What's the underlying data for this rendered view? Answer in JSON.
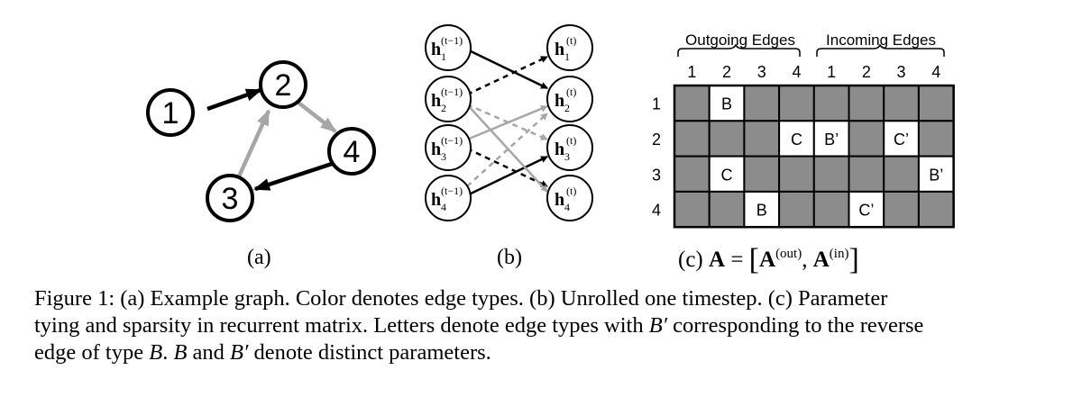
{
  "panel_a": {
    "nodes": [
      "1",
      "2",
      "3",
      "4"
    ],
    "edges": [
      {
        "from": "1",
        "to": "2",
        "color": "#000000"
      },
      {
        "from": "2",
        "to": "4",
        "color": "#a6a6a6"
      },
      {
        "from": "4",
        "to": "3",
        "color": "#000000"
      },
      {
        "from": "3",
        "to": "2",
        "color": "#a6a6a6"
      }
    ],
    "label": "(a)"
  },
  "panel_b": {
    "left_nodes": [
      {
        "base": "h",
        "sub": "1",
        "sup": "(t−1)"
      },
      {
        "base": "h",
        "sub": "2",
        "sup": "(t−1)"
      },
      {
        "base": "h",
        "sub": "3",
        "sup": "(t−1)"
      },
      {
        "base": "h",
        "sub": "4",
        "sup": "(t−1)"
      }
    ],
    "right_nodes": [
      {
        "base": "h",
        "sub": "1",
        "sup": "(t)"
      },
      {
        "base": "h",
        "sub": "2",
        "sup": "(t)"
      },
      {
        "base": "h",
        "sub": "3",
        "sup": "(t)"
      },
      {
        "base": "h",
        "sub": "4",
        "sup": "(t)"
      }
    ],
    "label": "(b)"
  },
  "panel_c": {
    "groups": [
      "Outgoing Edges",
      "Incoming Edges"
    ],
    "column_labels": [
      "1",
      "2",
      "3",
      "4",
      "1",
      "2",
      "3",
      "4"
    ],
    "row_labels": [
      "1",
      "2",
      "3",
      "4"
    ],
    "cells": [
      [
        "",
        "B",
        "",
        "",
        "",
        "",
        "",
        ""
      ],
      [
        "",
        "",
        "",
        "C",
        "B’",
        "",
        "C’",
        ""
      ],
      [
        "",
        "C",
        "",
        "",
        "",
        "",
        "",
        "B’"
      ],
      [
        "",
        "",
        "B",
        "",
        "",
        "C’",
        "",
        ""
      ]
    ],
    "fill_color": "#8c8c8c",
    "label": "(c)",
    "equation": {
      "lhs": "A",
      "eq": "=",
      "term1": "A",
      "sup1": "(out)",
      "comma": ",",
      "term2": "A",
      "sup2": "(in)"
    }
  },
  "caption": {
    "line1": "Figure 1:  (a) Example graph. Color denotes edge types. (b) Unrolled one timestep. (c) Parameter",
    "line2a": "tying and sparsity in recurrent matrix. Letters denote edge types with ",
    "line2b": "B′",
    "line2c": " corresponding to the reverse",
    "line3a": "edge of type ",
    "line3b": "B",
    "line3c": ". ",
    "line3d": "B",
    "line3e": " and ",
    "line3f": "B′",
    "line3g": " denote distinct parameters."
  }
}
